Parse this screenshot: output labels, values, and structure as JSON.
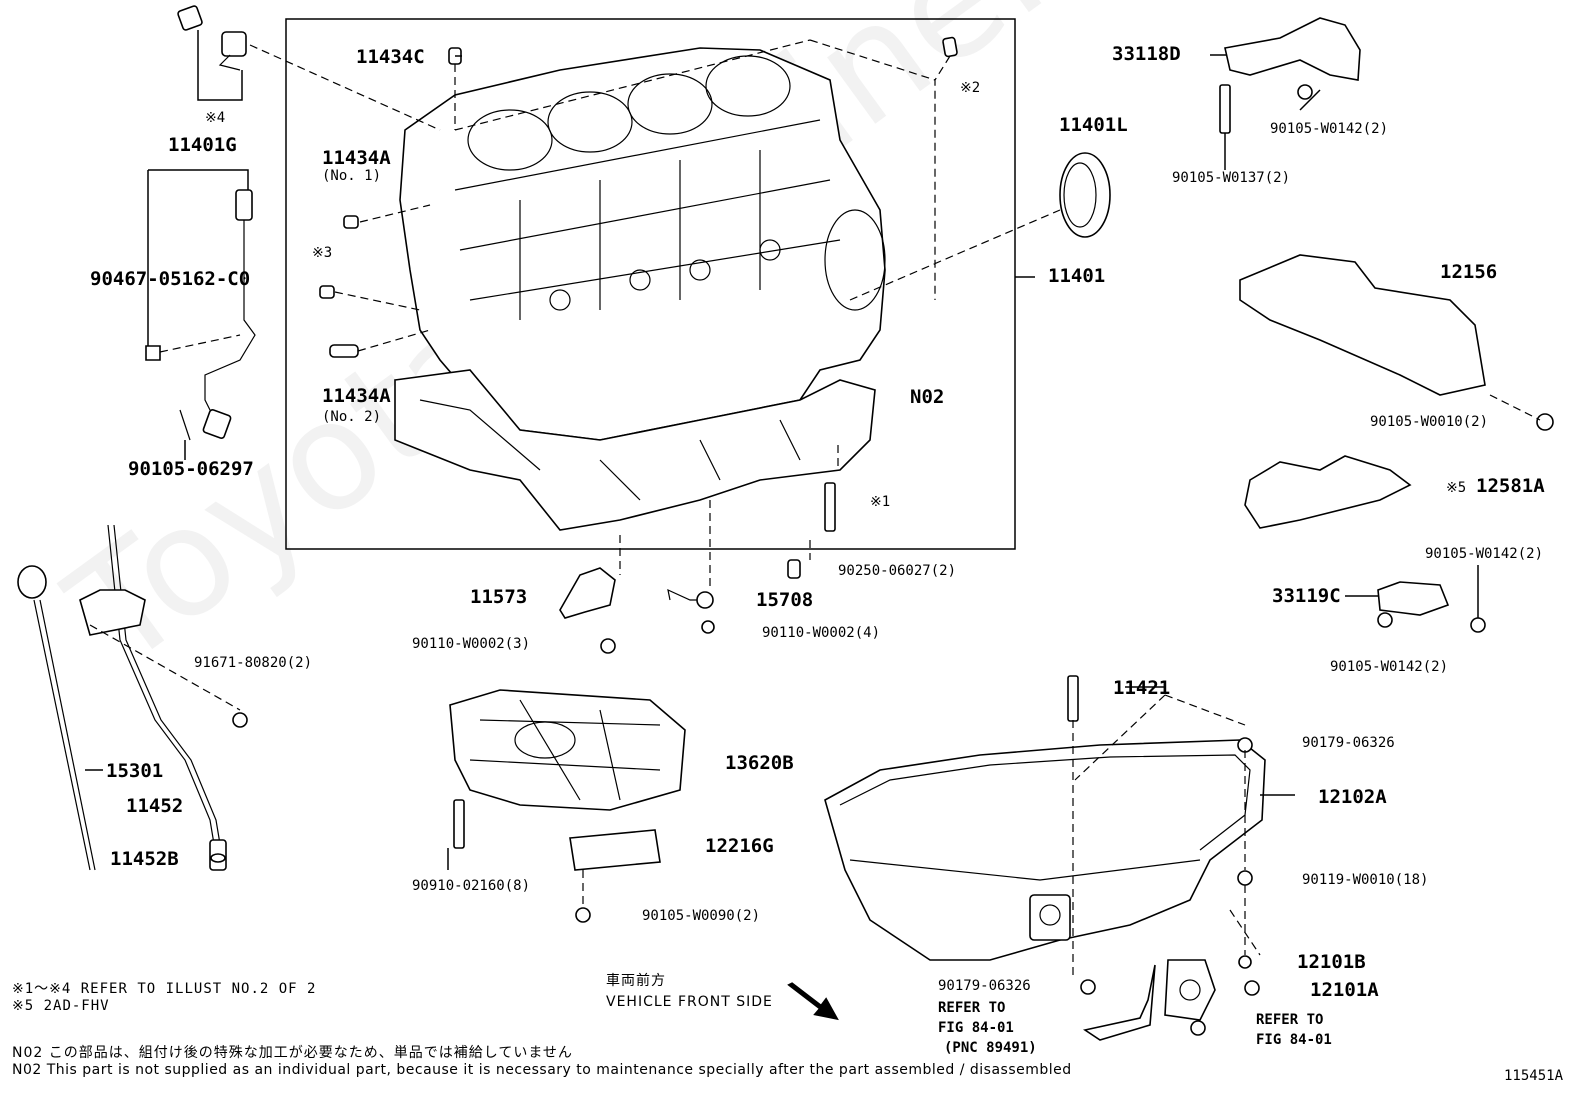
{
  "watermark": "ToyotaCarMine.ru",
  "diagram_id": "115451A",
  "parts": {
    "p11434C": "11434C",
    "p2mark": "※2",
    "p11434A_1": "11434A",
    "p11434A_1_sub": "(No. 1)",
    "p3mark": "※3",
    "p11434A_2": "11434A",
    "p11434A_2_sub": "(No. 2)",
    "pN02": "N02",
    "p11401L": "11401L",
    "p11401": "11401",
    "p33118D": "33118D",
    "p90105W0142a": "90105-W0142(2)",
    "p90105W0137": "90105-W0137(2)",
    "p12156": "12156",
    "p90105W0010": "90105-W0010(2)",
    "p12581A": "12581A",
    "p5mark": "※5",
    "p90105W0142b": "90105-W0142(2)",
    "p33119C": "33119C",
    "p90105W0142c": "90105-W0142(2)",
    "p4mark": "※4",
    "p11401G": "11401G",
    "p90467": "90467-05162-C0",
    "p90105_06297": "90105-06297",
    "p1mark": "※1",
    "p90250": "90250-06027(2)",
    "p11573": "11573",
    "p15708": "15708",
    "p90110W0002_3": "90110-W0002(3)",
    "p90110W0002_4": "90110-W0002(4)",
    "p91671": "91671-80820(2)",
    "p15301": "15301",
    "p11452": "11452",
    "p11452B": "11452B",
    "p13620B": "13620B",
    "p12216G": "12216G",
    "p90910": "90910-02160(8)",
    "p90105W0090": "90105-W0090(2)",
    "p11421": "11421",
    "p90179_a": "90179-06326",
    "p12102A": "12102A",
    "p90119": "90119-W0010(18)",
    "p90179_b": "90179-06326",
    "p12101B": "12101B",
    "p12101A": "12101A",
    "refer_left_1": "REFER TO",
    "refer_left_2": "FIG 84-01",
    "refer_left_3": "(PNC 89491)",
    "refer_right_1": "REFER TO",
    "refer_right_2": "FIG 84-01"
  },
  "notes": {
    "refer_line1": "※1～※4 REFER TO ILLUST NO.2 OF 2",
    "refer_line2": "※5 2AD-FHV",
    "front_jp": "車両前方",
    "front_en": "VEHICLE FRONT SIDE",
    "n02_jp": "N02  この部品は、組付け後の特殊な加工が必要なため、単品では補給していません",
    "n02_en": "N02  This part is not supplied as an individual part, because it is necessary to maintenance specially after the part assembled / disassembled"
  }
}
